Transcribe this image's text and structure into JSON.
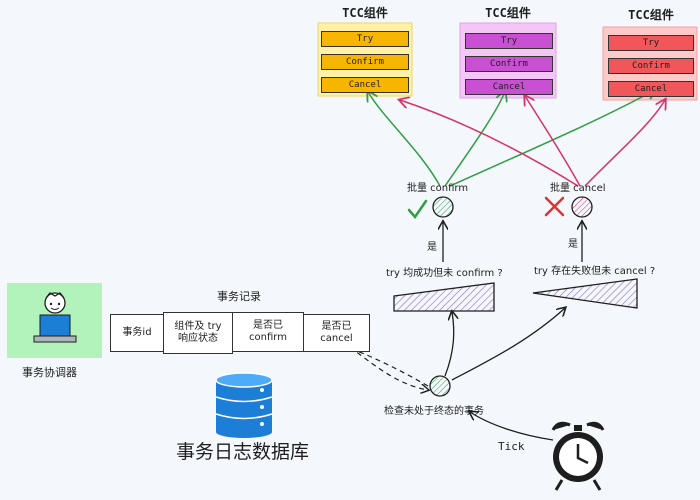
{
  "tcc_components": [
    {
      "title": "TCC组件",
      "items": [
        "Try",
        "Confirm",
        "Cancel"
      ]
    },
    {
      "title": "TCC组件",
      "items": [
        "Try",
        "Confirm",
        "Cancel"
      ]
    },
    {
      "title": "TCC组件",
      "items": [
        "Try",
        "Confirm",
        "Cancel"
      ]
    }
  ],
  "batch_confirm_label": "批量 confirm",
  "batch_cancel_label": "批量 cancel",
  "yes_label_left": "是",
  "yes_label_right": "是",
  "decision_left_label": "try 均成功但未 confirm ?",
  "decision_right_label": "try 存在失败但未 cancel ?",
  "check_label": "检查未处于终态的事务",
  "tick_label": "Tick",
  "coordinator_label": "事务协调器",
  "record_title": "事务记录",
  "record_columns": [
    "事务id",
    "组件及 try\n响应状态",
    "是否已\nconfirm",
    "是否已\ncancel"
  ],
  "database_label": "事务日志数据库",
  "colors": {
    "orange": "#f7b500",
    "orange_bg": "#fff1a6",
    "purple": "#c94fd3",
    "purple_bg": "#f4c6f5",
    "red": "#f1575a",
    "red_bg": "#ffc9c9",
    "green": "#2f9e44",
    "crimson": "#d6336c",
    "db_blue": "#1c7ed6"
  }
}
